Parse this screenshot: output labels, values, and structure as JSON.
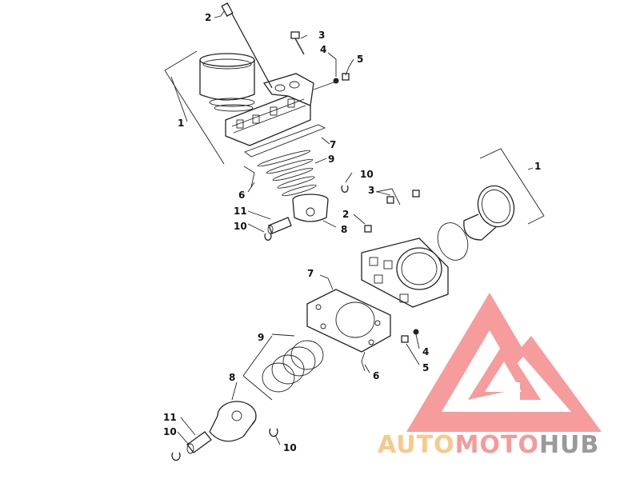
{
  "diagram": {
    "callouts": [
      {
        "id": "c-2-top",
        "text": "2"
      },
      {
        "id": "c-3-top",
        "text": "3"
      },
      {
        "id": "c-4-top",
        "text": "4"
      },
      {
        "id": "c-5-top",
        "text": "5"
      },
      {
        "id": "c-1-top",
        "text": "1"
      },
      {
        "id": "c-7-top",
        "text": "7"
      },
      {
        "id": "c-9-top",
        "text": "9"
      },
      {
        "id": "c-6-top",
        "text": "6"
      },
      {
        "id": "c-10-top-r",
        "text": "10"
      },
      {
        "id": "c-11-top",
        "text": "11"
      },
      {
        "id": "c-10-top-l",
        "text": "10"
      },
      {
        "id": "c-8-top",
        "text": "8"
      },
      {
        "id": "c-1-right",
        "text": "1"
      },
      {
        "id": "c-3-mid",
        "text": "3"
      },
      {
        "id": "c-2-mid",
        "text": "2"
      },
      {
        "id": "c-7-low",
        "text": "7"
      },
      {
        "id": "c-4-low",
        "text": "4"
      },
      {
        "id": "c-5-low",
        "text": "5"
      },
      {
        "id": "c-6-low",
        "text": "6"
      },
      {
        "id": "c-9-low",
        "text": "9"
      },
      {
        "id": "c-8-low",
        "text": "8"
      },
      {
        "id": "c-11-low",
        "text": "11"
      },
      {
        "id": "c-10-low-l",
        "text": "10"
      },
      {
        "id": "c-10-low-r",
        "text": "10"
      }
    ]
  },
  "watermark": {
    "part1": "AUTO",
    "part2": "MOTO",
    "part3": "HUB",
    "color_part1": "#f7c98a",
    "color_part2": "#f59a9a",
    "color_part3": "#9a9a9a",
    "logo_color": "#f58b8b"
  }
}
